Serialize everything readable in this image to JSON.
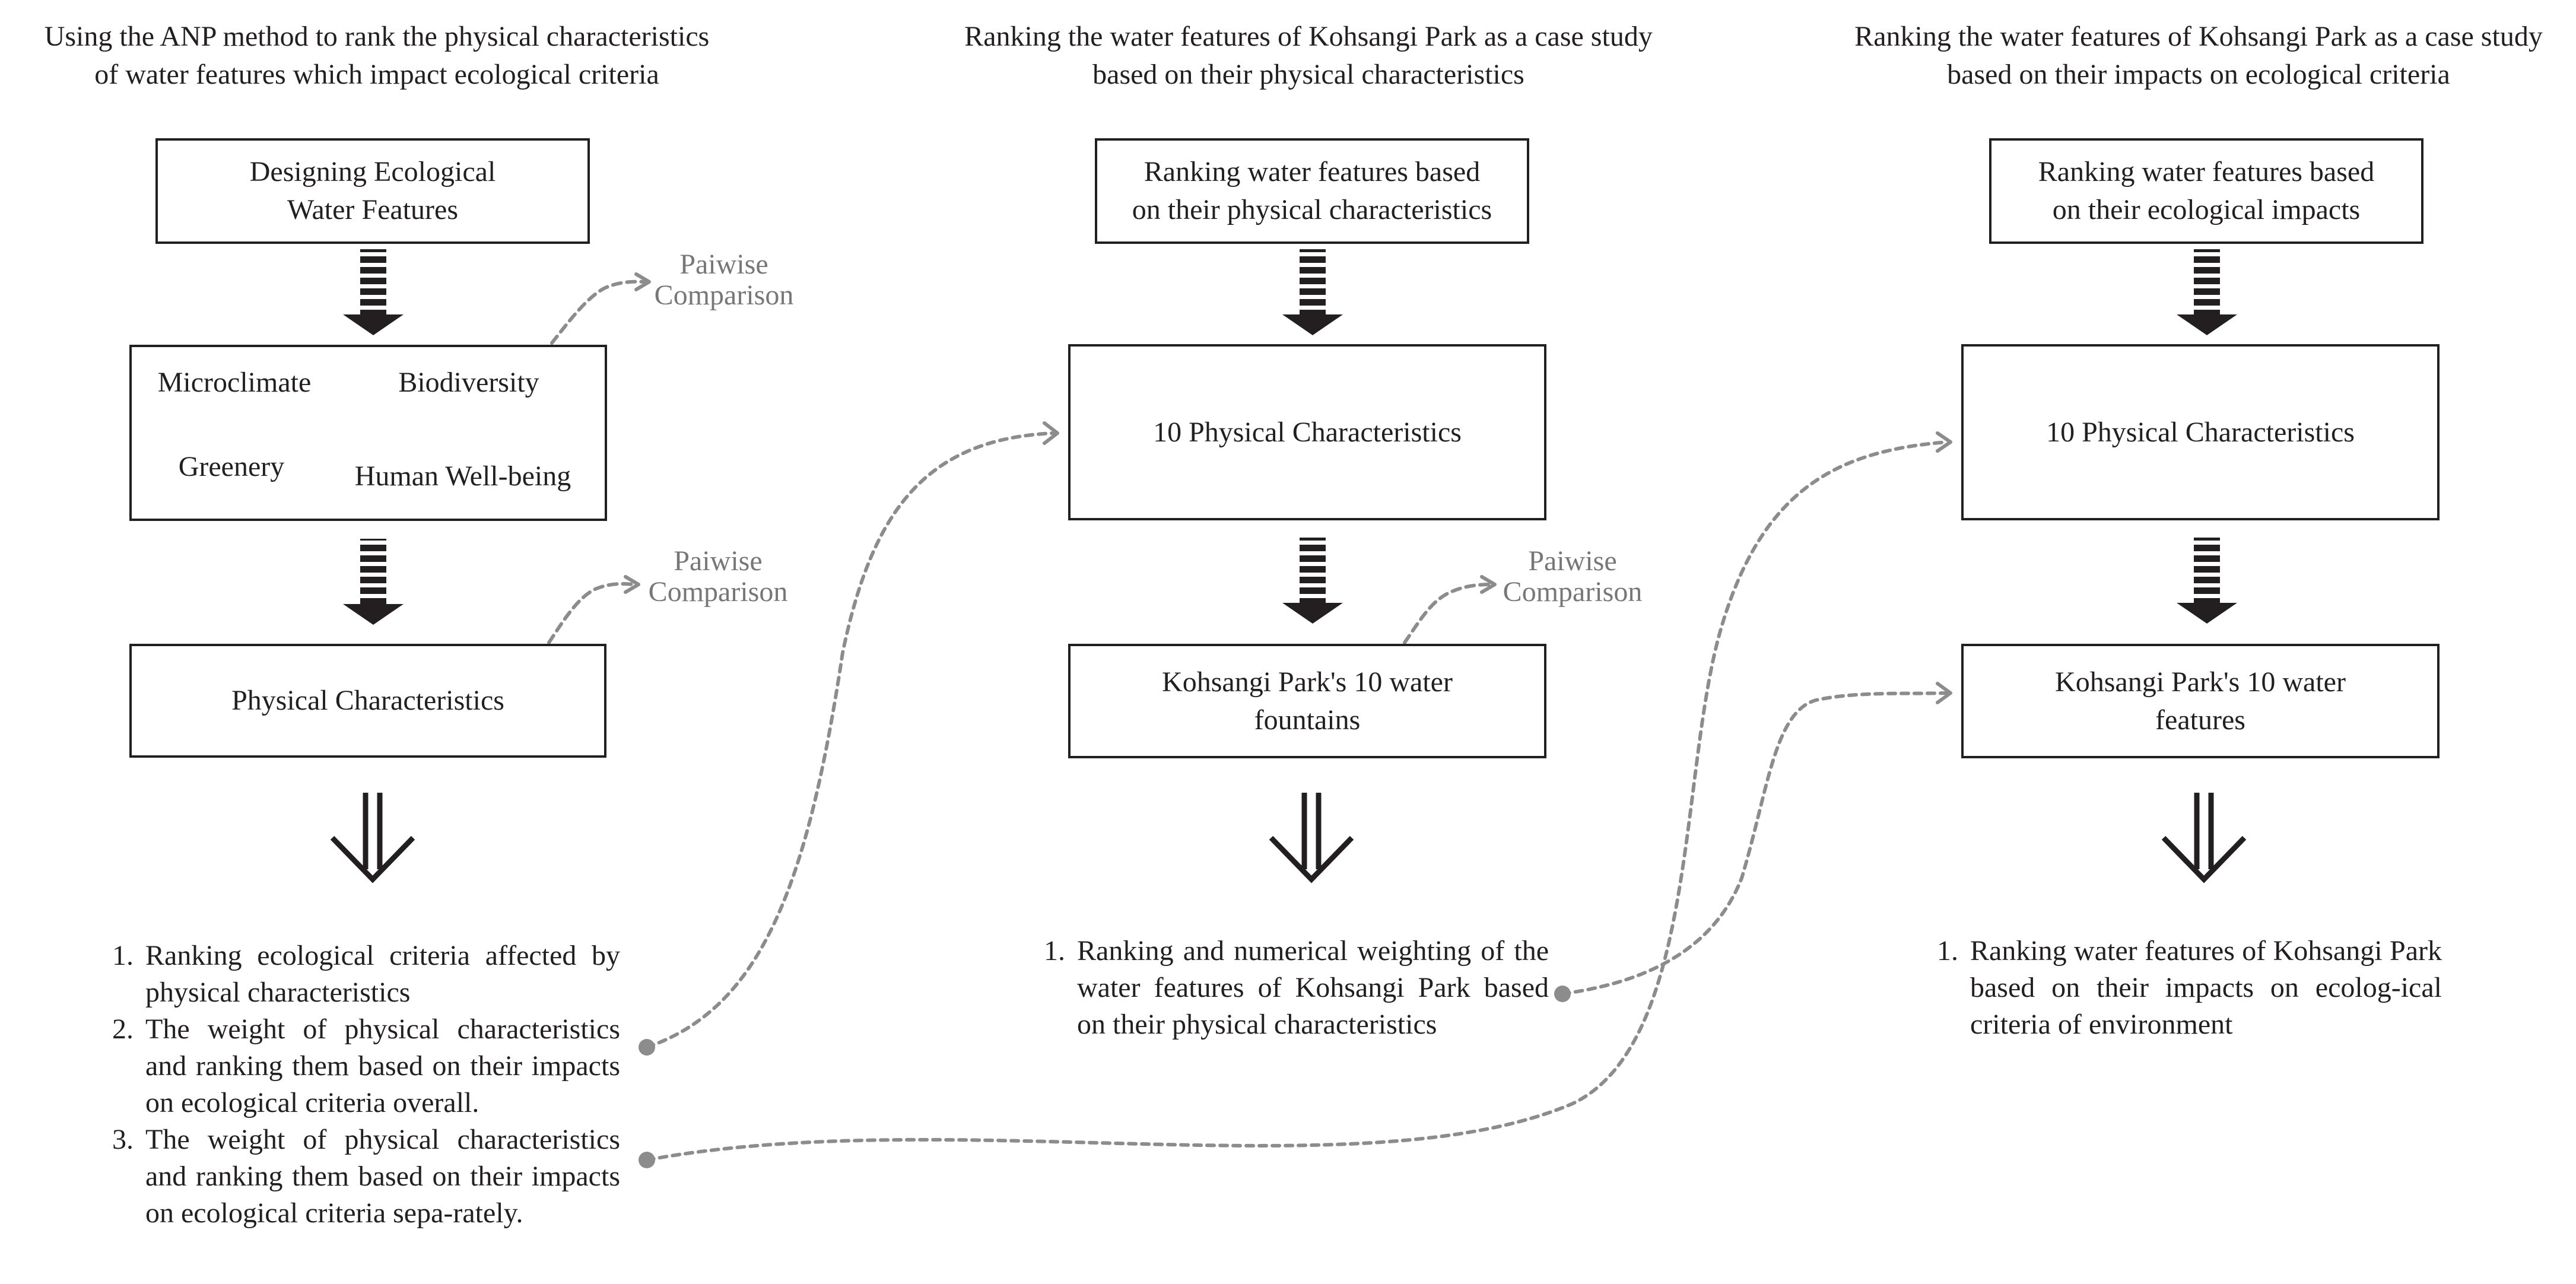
{
  "columns": [
    {
      "title_lines": [
        "Using the ANP method to rank the physical characteristics",
        "of water features which impact ecological criteria"
      ],
      "top_box_lines": [
        "Designing Ecological",
        "Water Features"
      ],
      "criteria": [
        "Microclimate",
        "Biodiversity",
        "Greenery",
        "Human Well-being"
      ],
      "pairwise_1": [
        "Paiwise",
        "Comparison"
      ],
      "pairwise_2": [
        "Paiwise",
        "Comparison"
      ],
      "bottom_box": "Physical Characteristics",
      "results": [
        {
          "num": "1.",
          "text": "Ranking ecological criteria affected by physical characteristics"
        },
        {
          "num": "2.",
          "text": "The weight of physical characteristics and ranking them based on their impacts on ecological criteria overall."
        },
        {
          "num": "3.",
          "text": "The weight of physical characteristics and ranking them based on their impacts on ecological criteria sepa-rately."
        }
      ]
    },
    {
      "title_lines": [
        "Ranking the water features of Kohsangi Park as a case study",
        "based on their physical characteristics"
      ],
      "top_box_lines": [
        "Ranking water features based",
        "on their physical  characteristics"
      ],
      "middle_box": "10 Physical Characteristics",
      "pairwise": [
        "Paiwise",
        "Comparison"
      ],
      "bottom_box_lines": [
        "Kohsangi Park's 10 water",
        "fountains"
      ],
      "results": [
        {
          "num": "1.",
          "text": "Ranking and numerical weighting of the water features of Kohsangi Park based on their physical characteristics"
        }
      ]
    },
    {
      "title_lines": [
        "Ranking the water features of Kohsangi Park as a case study",
        "based on their impacts on ecological criteria"
      ],
      "top_box_lines": [
        "Ranking water features based",
        "on their ecological impacts"
      ],
      "middle_box": "10 Physical Characteristics",
      "bottom_box_lines": [
        "Kohsangi Park's 10 water",
        "features"
      ],
      "results": [
        {
          "num": "1.",
          "text": "Ranking water features of Kohsangi Park based on their impacts on ecolog-ical criteria of environment"
        }
      ]
    }
  ],
  "colors": {
    "ink": "#231f20",
    "connector": "#8c8c8c",
    "pairwise_text": "#777777"
  }
}
